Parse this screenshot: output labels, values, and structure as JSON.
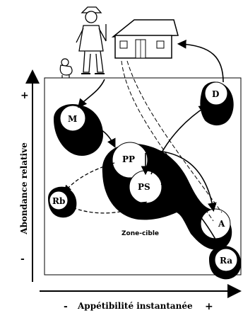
{
  "diagram": {
    "y_axis": {
      "label": "Abondance relative",
      "plus": "+",
      "minus": "-"
    },
    "x_axis": {
      "label": "Appétibilité instantanée",
      "plus": "+",
      "minus": "-"
    },
    "zone_label": "Zone-cible",
    "nodes": [
      {
        "id": "M",
        "label": "M"
      },
      {
        "id": "D",
        "label": "D"
      },
      {
        "id": "PP",
        "label": "PP"
      },
      {
        "id": "PS",
        "label": "PS"
      },
      {
        "id": "Rb",
        "label": "Rb"
      },
      {
        "id": "A",
        "label": "A"
      },
      {
        "id": "Ra",
        "label": "Ra"
      }
    ],
    "icons": [
      "shepherd-icon",
      "dog-icon",
      "barn-icon"
    ]
  }
}
